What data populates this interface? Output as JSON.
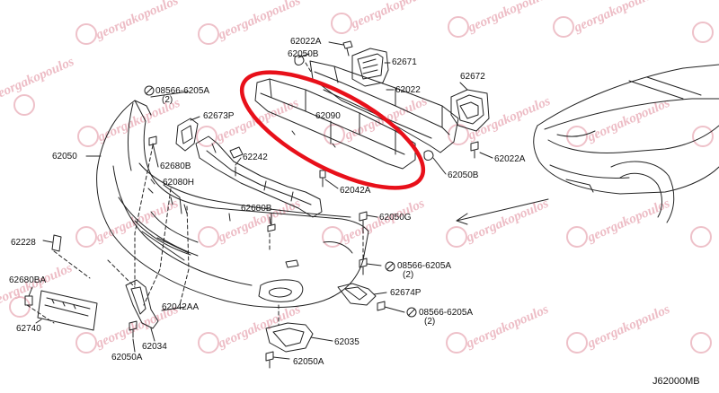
{
  "diagram_code": "J62000MB",
  "watermark_text": "georgakopoulos",
  "colors": {
    "line": "#222222",
    "highlight": "#e8101a",
    "watermark": "#e7a6b2"
  },
  "labels": {
    "p62022a_top": "62022A",
    "p62050b_top": "62050B",
    "p62671": "62671",
    "p62672": "62672",
    "p62022": "62022",
    "p08566_top": "08566-6205A",
    "p08566_top_qty": "(2)",
    "p62673p": "62673P",
    "p62090": "62090",
    "p62022a_right": "62022A",
    "p62050": "62050",
    "p62680b_left": "62680B",
    "p62242": "62242",
    "p62050b_right": "62050B",
    "p62080h": "62080H",
    "p62042a": "62042A",
    "p62680b_mid": "62680B",
    "p62050g": "62050G",
    "p62228": "62228",
    "p08566_mid": "08566-6205A",
    "p08566_mid_qty": "(2)",
    "p62680ba": "62680BA",
    "p62674p": "62674P",
    "p62042aa": "62042AA",
    "p08566_low": "08566-6205A",
    "p08566_low_qty": "(2)",
    "p62740": "62740",
    "p62034": "62034",
    "p62035": "62035",
    "p62050a_left": "62050A",
    "p62050a_bottom": "62050A"
  }
}
